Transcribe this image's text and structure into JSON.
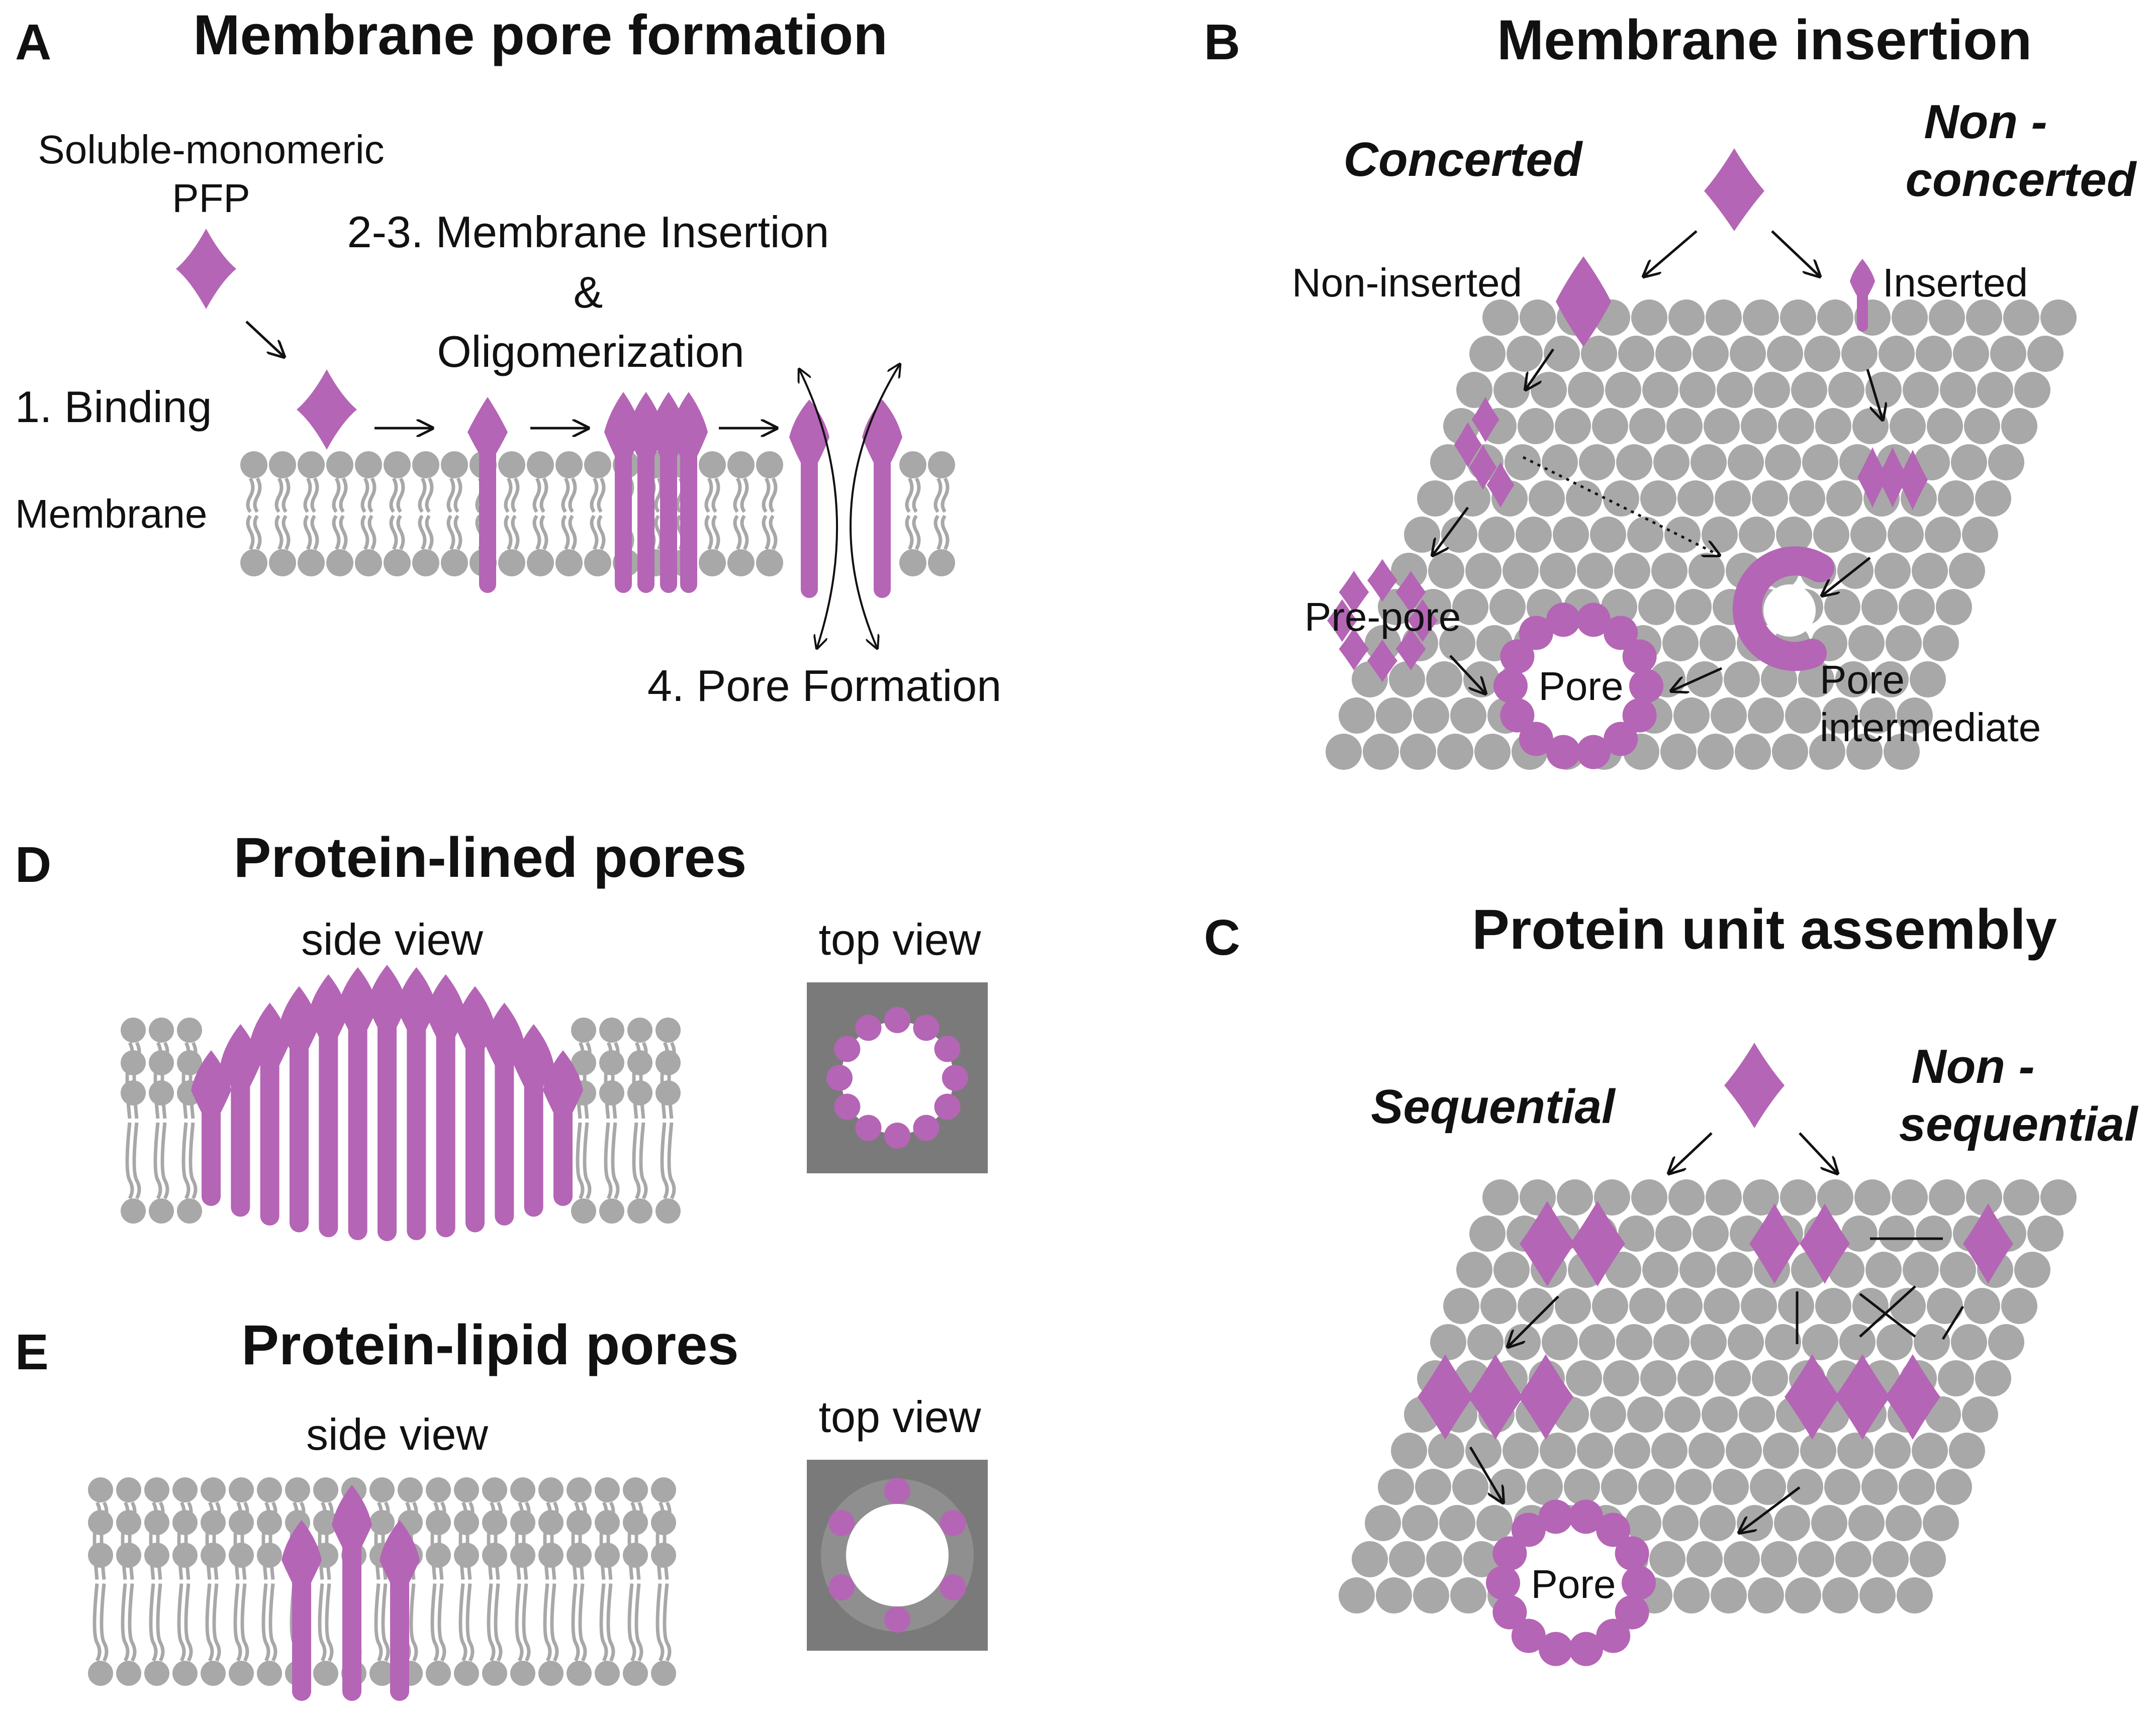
{
  "colors": {
    "protein": "#b565b5",
    "lipid": "#a8a8a8",
    "topview_bg": "#7a7a7a",
    "topview_ring": "#8f8f8f",
    "arrow": "#111111",
    "text": "#111111"
  },
  "panels": {
    "A": {
      "letter": "A",
      "title": "Membrane pore formation",
      "soluble_line1": "Soluble-monomeric",
      "soluble_line2": "PFP",
      "step_binding": "1. Binding",
      "step_insertion_line1": "2-3. Membrane Insertion",
      "step_insertion_line2": "&",
      "step_insertion_line3": "Oligomerization",
      "step_pore": "4. Pore Formation",
      "membrane_label": "Membrane"
    },
    "B": {
      "letter": "B",
      "title": "Membrane insertion",
      "concerted": "Concerted",
      "nonconcerted_line1": "Non -",
      "nonconcerted_line2": "concerted",
      "noninserted": "Non-inserted",
      "inserted": "Inserted",
      "prepore": "Pre-pore",
      "pore": "Pore",
      "intermediate_line1": "Pore",
      "intermediate_line2": "intermediate"
    },
    "C": {
      "letter": "C",
      "title": "Protein unit assembly",
      "sequential": "Sequential",
      "nonsequential_line1": "Non -",
      "nonsequential_line2": "sequential",
      "pore": "Pore"
    },
    "D": {
      "letter": "D",
      "title": "Protein-lined pores",
      "side_view": "side view",
      "top_view": "top view"
    },
    "E": {
      "letter": "E",
      "title": "Protein-lipid pores",
      "side_view": "side view",
      "top_view": "top view"
    }
  }
}
